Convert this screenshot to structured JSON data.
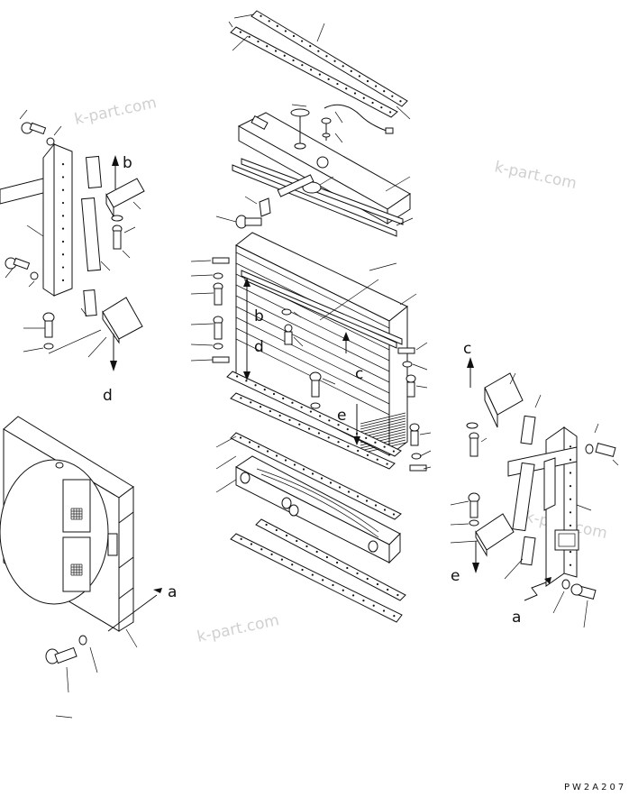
{
  "diagram": {
    "ref_letters": {
      "a_left": "a",
      "a_right": "a",
      "b_left": "b",
      "b_center": "b",
      "c_center": "c",
      "c_right": "c",
      "d_left": "d",
      "d_center": "d",
      "e_center": "e",
      "e_right": "e"
    },
    "watermarks": [
      "k-part.com",
      "k-part.com",
      "k-part.com",
      "k-part.com"
    ],
    "drawing_code": "PW2A207"
  }
}
